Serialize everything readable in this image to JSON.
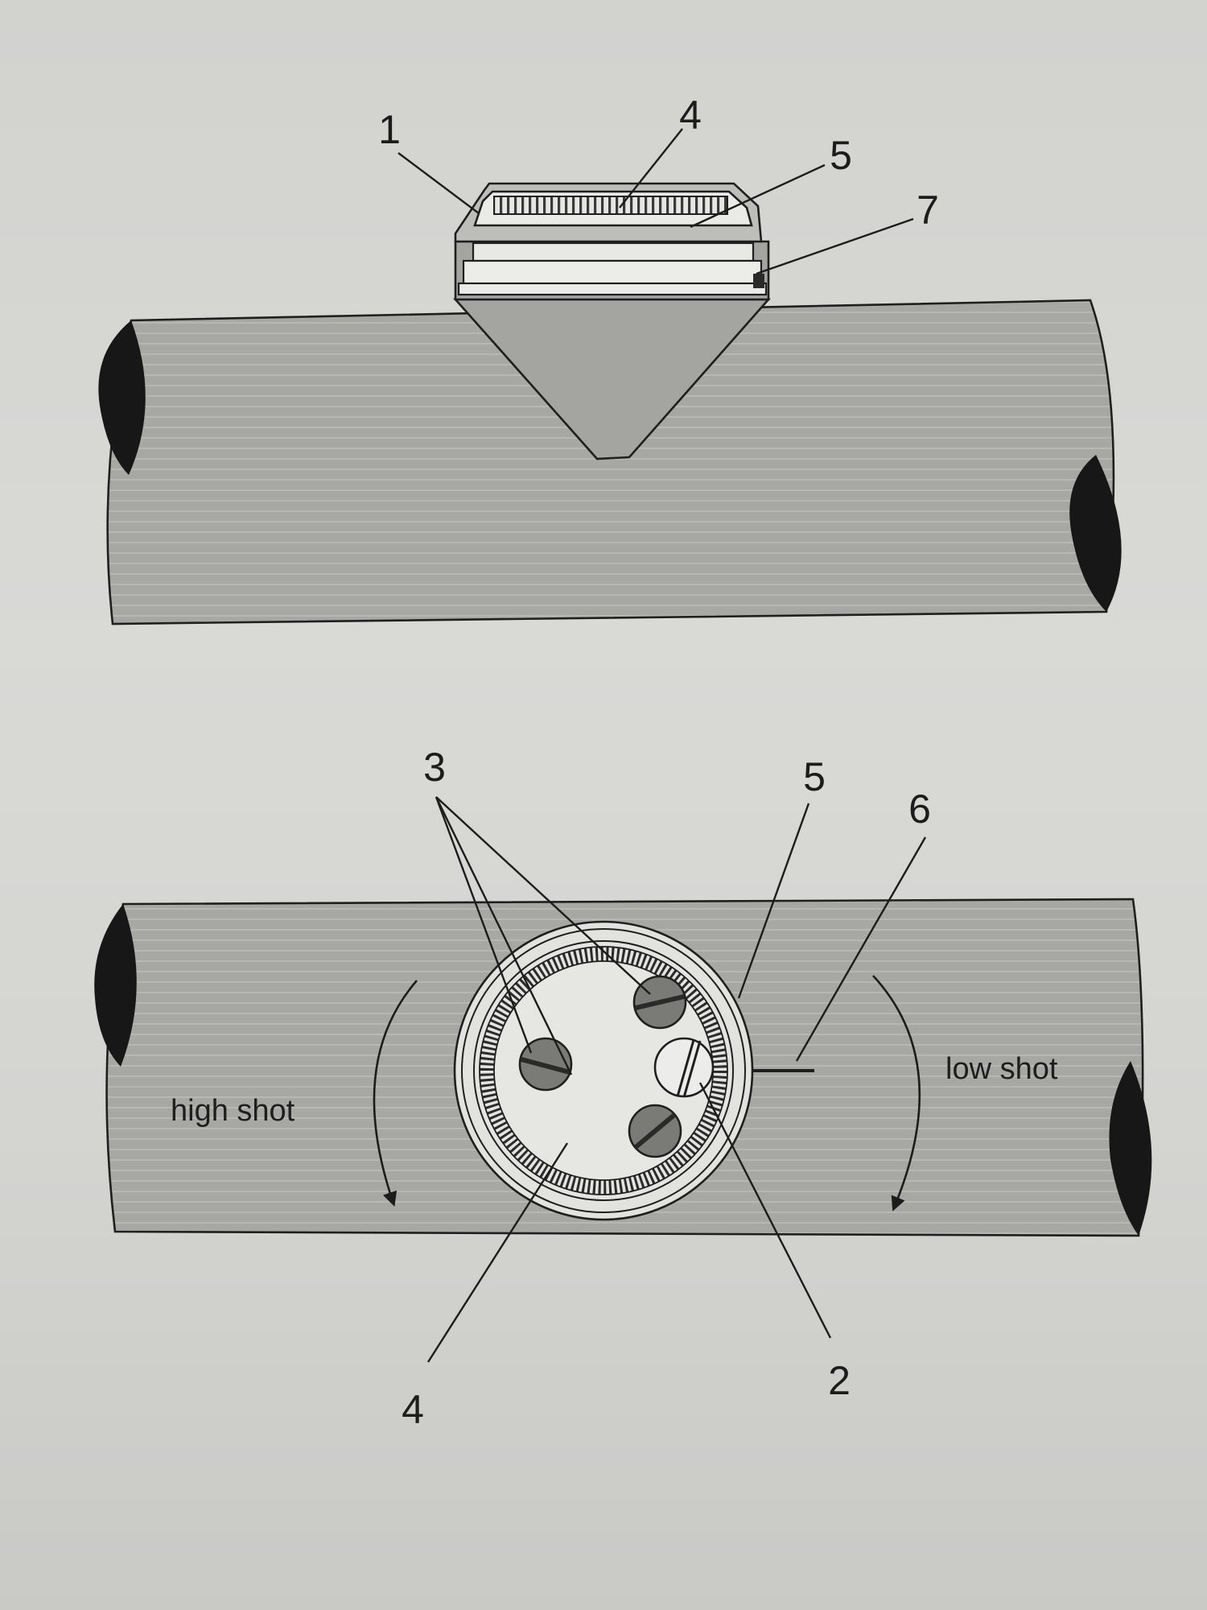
{
  "top_view": {
    "callouts": {
      "c1": "1",
      "c4": "4",
      "c5": "5",
      "c7": "7"
    }
  },
  "bottom_view": {
    "callouts": {
      "c3": "3",
      "c5": "5",
      "c6": "6",
      "c4": "4",
      "c2": "2"
    },
    "labels": {
      "high_shot": "high shot",
      "low_shot": "low shot"
    }
  }
}
